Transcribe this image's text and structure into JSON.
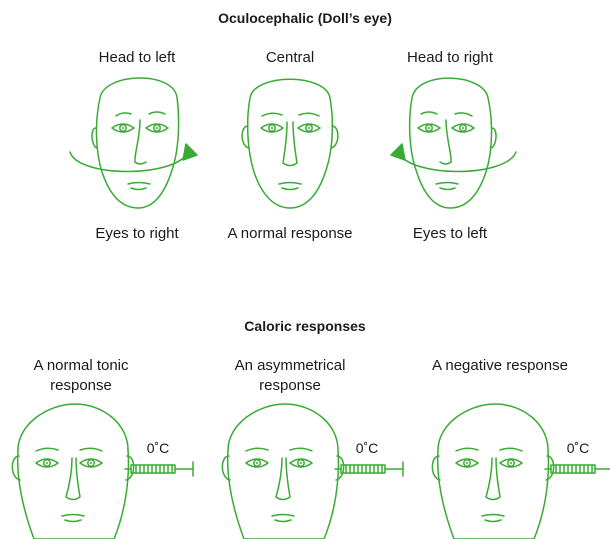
{
  "colors": {
    "line": "#3aaa35",
    "text": "#1a1a1a",
    "background": "#ffffff"
  },
  "oculocephalic": {
    "title": "Oculocephalic (Doll’s eye)",
    "panels": [
      {
        "head_label": "Head to left",
        "result": "Eyes to right",
        "arrow": "right"
      },
      {
        "head_label": "Central",
        "result": "A normal response",
        "arrow": "none"
      },
      {
        "head_label": "Head to right",
        "result": "Eyes to left",
        "arrow": "left"
      }
    ]
  },
  "caloric": {
    "title": "Caloric responses",
    "panels": [
      {
        "label": "A normal tonic response",
        "temperature": "0˚C"
      },
      {
        "label": "An asymmetrical response",
        "temperature": "0˚C"
      },
      {
        "label": "A negative response",
        "temperature": "0˚C"
      }
    ]
  }
}
